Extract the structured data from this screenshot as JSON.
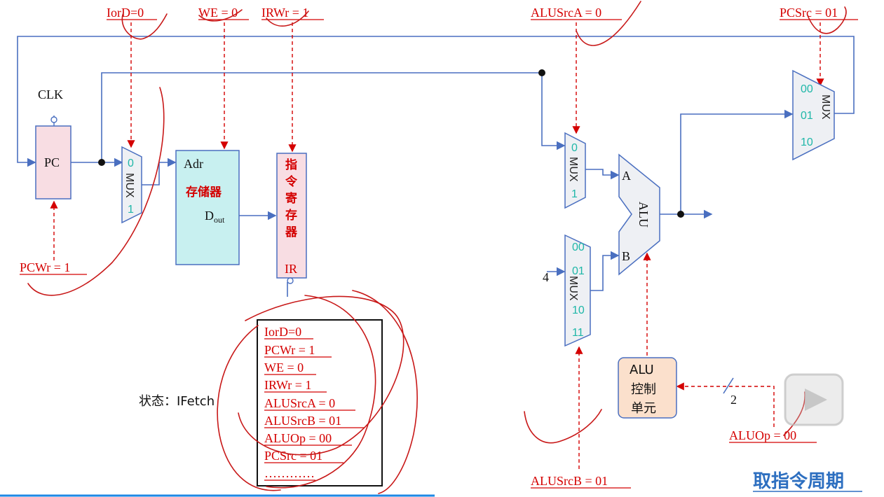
{
  "signals": {
    "iord": "IorD=0",
    "we": "WE = 0",
    "irwr": "IRWr = 1",
    "alusrca": "ALUSrcA = 0",
    "pcsrc": "PCSrc = 01",
    "pcwr": "PCWr = 1",
    "alusrcb": "ALUSrcB = 01",
    "aluop": "ALUOp = 00"
  },
  "components": {
    "clk": "CLK",
    "pc": "PC",
    "adr": "Adr",
    "memory": "存储器",
    "dout_main": "D",
    "dout_sub": "out",
    "ir_chars": [
      "指",
      "令",
      "寄",
      "存",
      "器"
    ],
    "ir": "IR",
    "mux": "MUX",
    "alu": "ALU",
    "alu_a": "A",
    "alu_b": "B",
    "alu_ctrl": [
      "ALU",
      "控制",
      "单元"
    ],
    "const_four": "4",
    "bus_width": "2"
  },
  "mux_inputs": {
    "mux_addr": [
      "0",
      "1"
    ],
    "mux_a": [
      "0",
      "1"
    ],
    "mux_b": [
      "00",
      "01",
      "10",
      "11"
    ],
    "mux_pc": [
      "00",
      "01",
      "10"
    ]
  },
  "state_box": {
    "label": "状态：IFetch",
    "lines": [
      "IorD=0",
      "PCWr = 1",
      "WE = 0",
      "IRWr = 1",
      "ALUSrcA = 0",
      "ALUSrcB = 01",
      "ALUOp = 00",
      "PCSrc = 01",
      "…………"
    ]
  },
  "footer_title": "取指令周期",
  "colors": {
    "wire": "#4a6fc0",
    "control": "#d40000",
    "pc_fill": "#f8dde3",
    "mem_fill": "#c8f0f0",
    "ir_fill": "#f8dde3",
    "alu_ctrl_fill": "#fbe0cc",
    "mux_fill": "#eef0f4",
    "title": "#2d6fc0"
  }
}
